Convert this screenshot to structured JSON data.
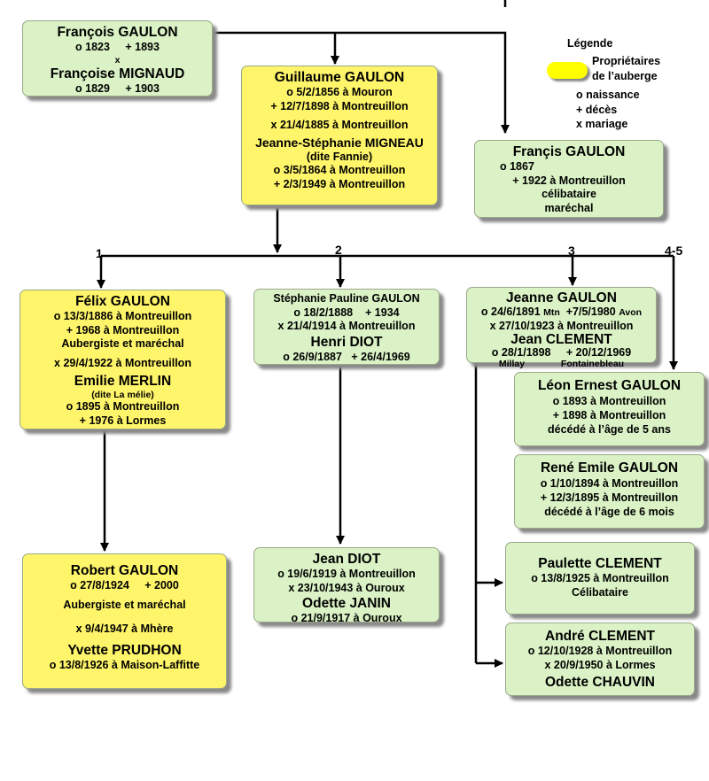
{
  "legend": {
    "title": "Légende",
    "owners_line1": "Propriétaires",
    "owners_line2": "de l’auberge",
    "birth": "o  naissance",
    "death": "+  décès",
    "marriage": "x  mariage",
    "owner_color": "#ffff00"
  },
  "colors": {
    "person_box": "#daf2c5",
    "owner_box": "#fff56a",
    "line": "#000000"
  },
  "branch_numbers": [
    "1",
    "2",
    "3",
    "4-5"
  ],
  "people": {
    "francois": {
      "name": "François GAULON",
      "birth": "o 1823",
      "death": "+ 1893",
      "marriage": "x",
      "spouse": "Françoise MIGNAUD",
      "spouse_birth": "o 1829",
      "spouse_death": "+ 1903"
    },
    "guillaume": {
      "name": "Guillaume GAULON",
      "birth": "o 5/2/1856 à Mouron",
      "death": "+ 12/7/1898 à Montreuillon",
      "marriage": "x 21/4/1885 à Montreuillon",
      "spouse": "Jeanne-Stéphanie MIGNEAU",
      "spouse_note": "(dite Fannie)",
      "spouse_birth": "o 3/5/1864 à Montreuillon",
      "spouse_death": "+ 2/3/1949 à Montreuillon"
    },
    "francis": {
      "name": "Françis GAULON",
      "birth": "o 1867",
      "death": "+ 1922 à Montreuillon",
      "note1": "célibataire",
      "note2": "maréchal"
    },
    "felix": {
      "name": "Félix GAULON",
      "birth": "o 13/3/1886 à Montreuillon",
      "death": "+ 1968 à Montreuillon",
      "job": "Aubergiste et maréchal",
      "marriage": "x 29/4/1922 à Montreuillon",
      "spouse": "Emilie MERLIN",
      "spouse_note": "(dite La mélie)",
      "spouse_birth": "o 1895 à Montreuillon",
      "spouse_death": "+ 1976 à Lormes"
    },
    "stephanie": {
      "name": "Stéphanie Pauline GAULON",
      "birth": "o 18/2/1888",
      "death": "+ 1934",
      "marriage": "x 21/4/1914 à Montreuillon",
      "spouse": "Henri DIOT",
      "spouse_birth": "o 26/9/1887",
      "spouse_death": "+ 26/4/1969"
    },
    "jeanne": {
      "name": "Jeanne GAULON",
      "birth": "o 24/6/1891",
      "birth_place": "Mtn",
      "death": "+7/5/1980",
      "death_place": "Avon",
      "marriage": "x 27/10/1923 à Montreuillon",
      "spouse": "Jean CLEMENT",
      "spouse_birth": "o 28/1/1898",
      "spouse_birth_place": "Millay",
      "spouse_death": "+ 20/12/1969",
      "spouse_death_place": "Fontainebleau"
    },
    "leon": {
      "name": "Léon Ernest GAULON",
      "birth": "o 1893 à Montreuillon",
      "death": "+ 1898 à Montreuillon",
      "note": "décédé à l’âge de 5 ans"
    },
    "rene": {
      "name": "René Emile GAULON",
      "birth": "o 1/10/1894 à Montreuillon",
      "death": "+ 12/3/1895 à Montreuillon",
      "note": "décédé à l’âge de 6 mois"
    },
    "robert": {
      "name": "Robert GAULON",
      "birth": "o 27/8/1924",
      "death": "+ 2000",
      "job": "Aubergiste et maréchal",
      "marriage": "x  9/4/1947 à Mhère",
      "spouse": "Yvette PRUDHON",
      "spouse_birth": "o  13/8/1926 à Maison-Laffitte"
    },
    "jean_diot": {
      "name": "Jean DIOT",
      "birth": "o 19/6/1919 à Montreuillon",
      "marriage": "x 23/10/1943 à Ouroux",
      "spouse": "Odette JANIN",
      "spouse_birth": "o 21/9/1917 à Ouroux"
    },
    "paulette": {
      "name": "Paulette CLEMENT",
      "birth": "o 13/8/1925 à Montreuillon",
      "note": "Célibataire"
    },
    "andre": {
      "name": "André CLEMENT",
      "birth": "o 12/10/1928 à Montreuillon",
      "marriage": "x 20/9/1950 à Lormes",
      "spouse": "Odette CHAUVIN"
    }
  }
}
